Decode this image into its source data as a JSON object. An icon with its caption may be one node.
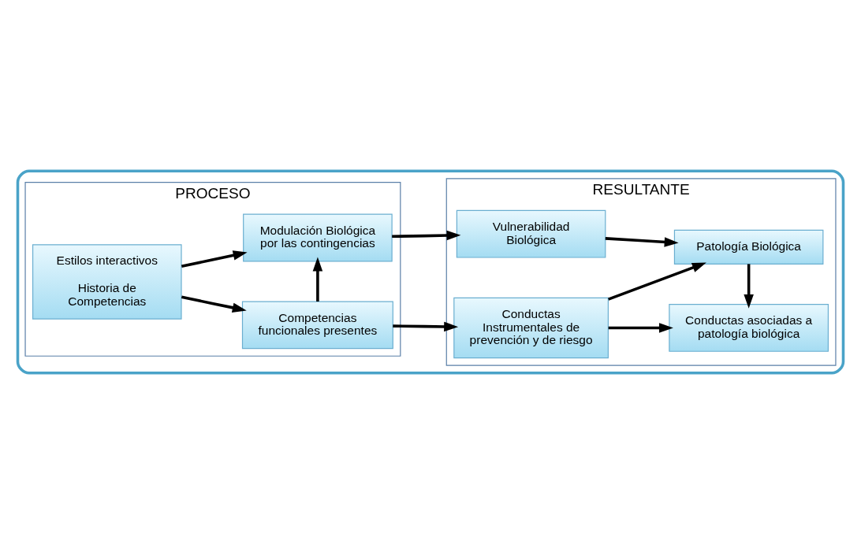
{
  "diagram": {
    "nodes": [
      {
        "text": [],
        "shape": "box"
      },
      {
        "text": [
          "PROCESO"
        ],
        "in": 0
      },
      {
        "text": [
          "RESULTANTE"
        ],
        "in": 0
      },
      {
        "text": [
          "Modulación Biológica por las contingencias"
        ],
        "in": 1
      },
      {
        "text": [
          "Estilos interactivos",
          "Historia de Competencias"
        ],
        "in": 1
      },
      {
        "text": [
          "Competencias funcionales presentes"
        ],
        "in": 1
      },
      {
        "text": [
          "Vulnerabilidad Biológica"
        ],
        "in": 2
      },
      {
        "text": [
          "Patología Biológica"
        ],
        "in": 2
      },
      {
        "text": [
          "Conductas Instrumentales de prevención y de riesgo"
        ],
        "in": 2
      },
      {
        "text": [
          "Conductas asociadas a patología biológica"
        ],
        "in": 2
      }
    ],
    "edges": [
      {
        "from": 4,
        "to": 3,
        "arrow": "to"
      },
      {
        "from": 4,
        "to": 5,
        "arrow": "to"
      },
      {
        "from": 5,
        "to": 3,
        "arrow": "to"
      },
      {
        "from": 3,
        "to": 6,
        "arrow": "to"
      },
      {
        "from": 6,
        "to": 7,
        "arrow": "to"
      },
      {
        "from": 5,
        "to": 8,
        "arrow": "to"
      },
      {
        "from": 8,
        "to": 7,
        "arrow": "to"
      },
      {
        "from": 7,
        "to": 9,
        "arrow": "to"
      },
      {
        "from": 8,
        "to": 9,
        "arrow": "to"
      }
    ]
  }
}
